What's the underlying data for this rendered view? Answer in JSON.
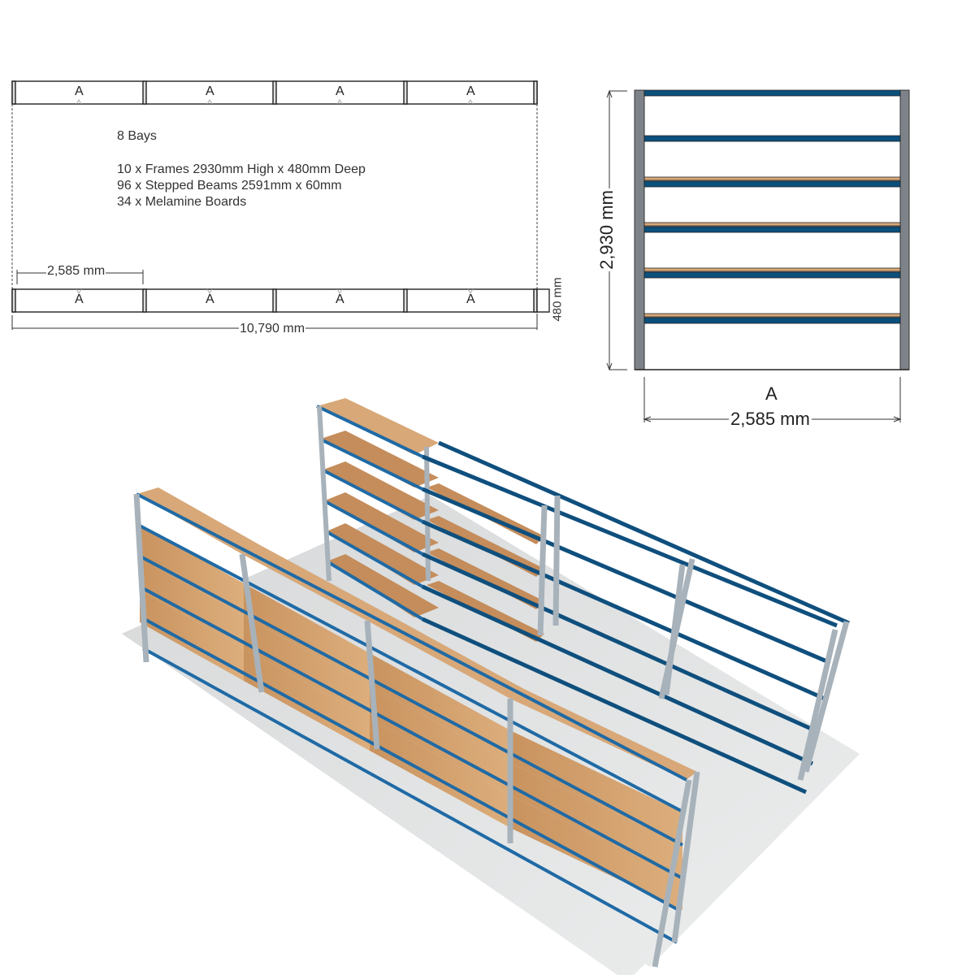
{
  "plan_view": {
    "bay_labels_top": [
      "A",
      "A",
      "A",
      "A"
    ],
    "bay_labels_bottom": [
      "A",
      "A",
      "A",
      "A"
    ],
    "specs": {
      "bays": "8 Bays",
      "lines": [
        "10 x Frames 2930mm High x 480mm Deep",
        "96 x Stepped Beams 2591mm x 60mm",
        "34 x Melamine Boards"
      ]
    },
    "bay_width_dim": "2,585 mm",
    "total_length_dim": "10,790 mm",
    "depth_dim": "480 mm"
  },
  "elevation_view": {
    "height_dim": "2,930 mm",
    "bay_label": "A",
    "width_dim": "2,585 mm",
    "levels": [
      {
        "beam": true,
        "board": false
      },
      {
        "beam": true,
        "board": false
      },
      {
        "beam": true,
        "board": true
      },
      {
        "beam": true,
        "board": true
      },
      {
        "beam": true,
        "board": true
      },
      {
        "beam": true,
        "board": true
      }
    ]
  },
  "colors": {
    "beam_blue": "#0b4f7c",
    "board_wood": "#d8a878",
    "upright_grey": "#7d8388",
    "floor_grey": "#dcdedf",
    "line_dark": "#222222"
  },
  "render_3d": {
    "front_run": {
      "bays": 4,
      "levels": 6,
      "type": "shelving with boards"
    },
    "back_run": {
      "bays": 4,
      "levels": 6,
      "type": "mixed: 2 bays with boards, 2 bays beams only"
    }
  }
}
